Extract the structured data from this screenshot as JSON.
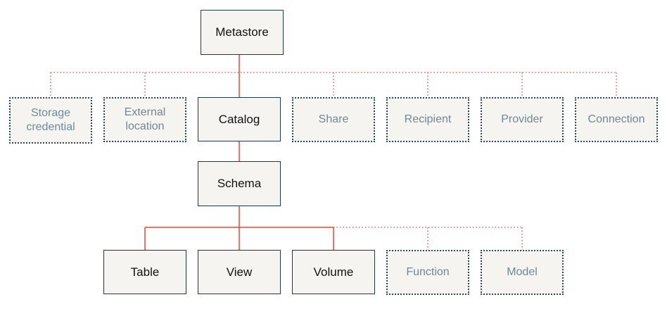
{
  "diagram": {
    "colors": {
      "connector": "#e8473a",
      "node_fill": "#f5f4f1",
      "solid_border": "#1f3a44",
      "dotted_border": "#2c4a55",
      "primary_text": "#111111",
      "secondary_text": "#6d8a94"
    },
    "nodes": {
      "metastore": "Metastore",
      "storage_credential": [
        "Storage",
        "credential"
      ],
      "external_location": [
        "External",
        "location"
      ],
      "catalog": "Catalog",
      "share": "Share",
      "recipient": "Recipient",
      "provider": "Provider",
      "connection": "Connection",
      "schema": "Schema",
      "table": "Table",
      "view": "View",
      "volume": "Volume",
      "function": "Function",
      "model": "Model"
    }
  }
}
